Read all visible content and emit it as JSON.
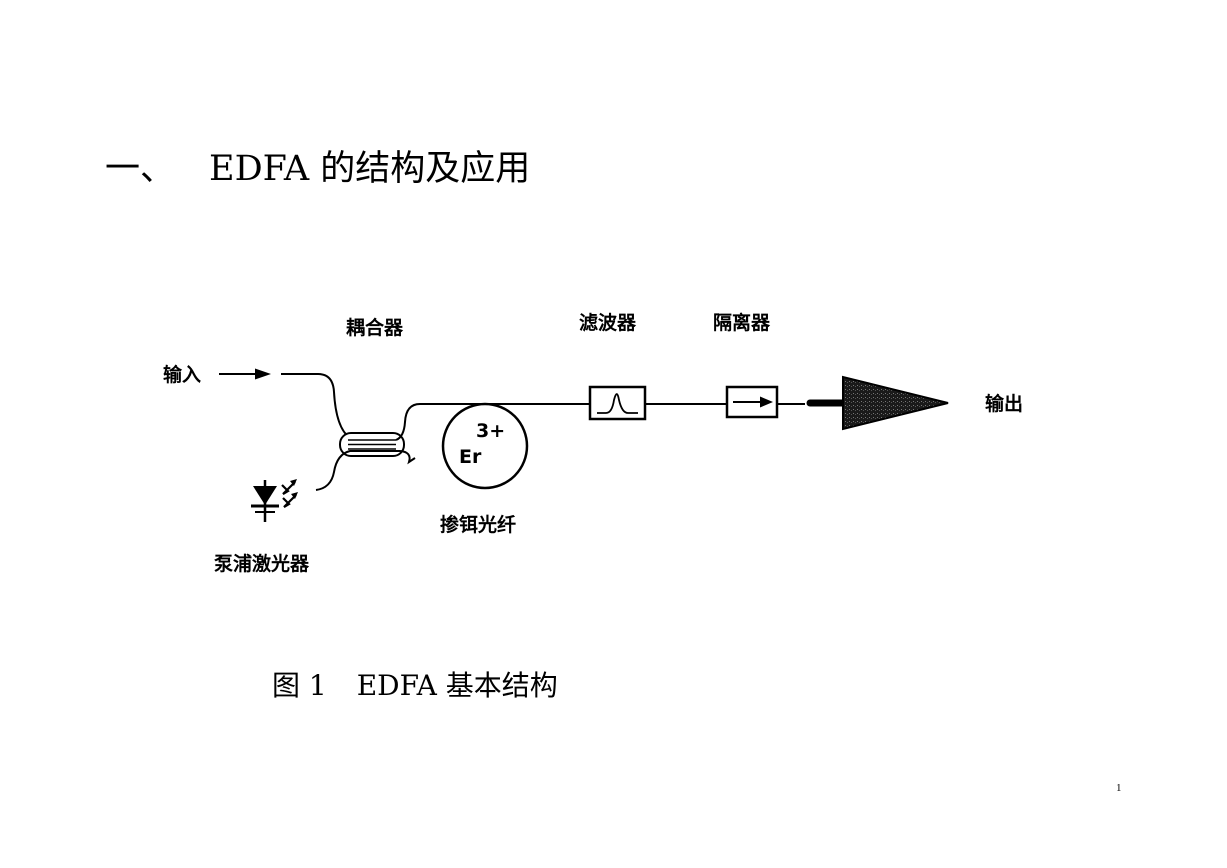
{
  "heading": {
    "number": "一、",
    "title": "EDFA 的结构及应用"
  },
  "diagram": {
    "labels": {
      "input": "输入",
      "coupler": "耦合器",
      "filter": "滤波器",
      "isolator": "隔离器",
      "output": "输出",
      "doped_fiber": "掺铒光纤",
      "pump_laser": "泵浦激光器",
      "erbium_symbol": "Er",
      "erbium_charge": "3+"
    }
  },
  "caption": {
    "figure": "图 1",
    "text": "EDFA 基本结构"
  },
  "page_number": "1"
}
